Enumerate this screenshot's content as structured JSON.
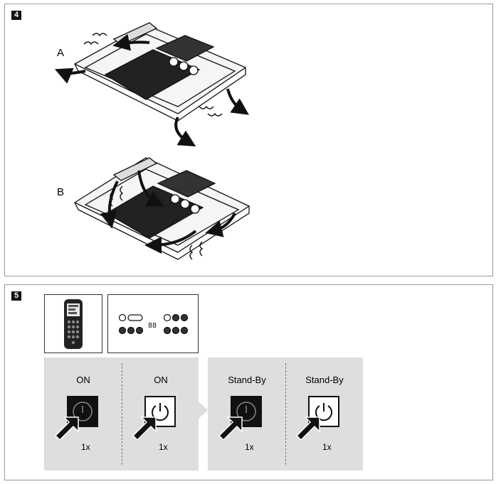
{
  "section4": {
    "badge": "4",
    "label_a": "A",
    "label_b": "B"
  },
  "section5": {
    "badge": "5",
    "steps": [
      {
        "title": "ON",
        "style": "dark",
        "count": "1x"
      },
      {
        "title": "ON",
        "style": "light",
        "count": "1x"
      },
      {
        "title": "Stand-By",
        "style": "dark",
        "count": "1x"
      },
      {
        "title": "Stand-By",
        "style": "light",
        "count": "1x"
      }
    ],
    "panel_display": "88"
  },
  "colors": {
    "band": "#dedede",
    "ink": "#111111",
    "border": "#9a9a9a"
  }
}
